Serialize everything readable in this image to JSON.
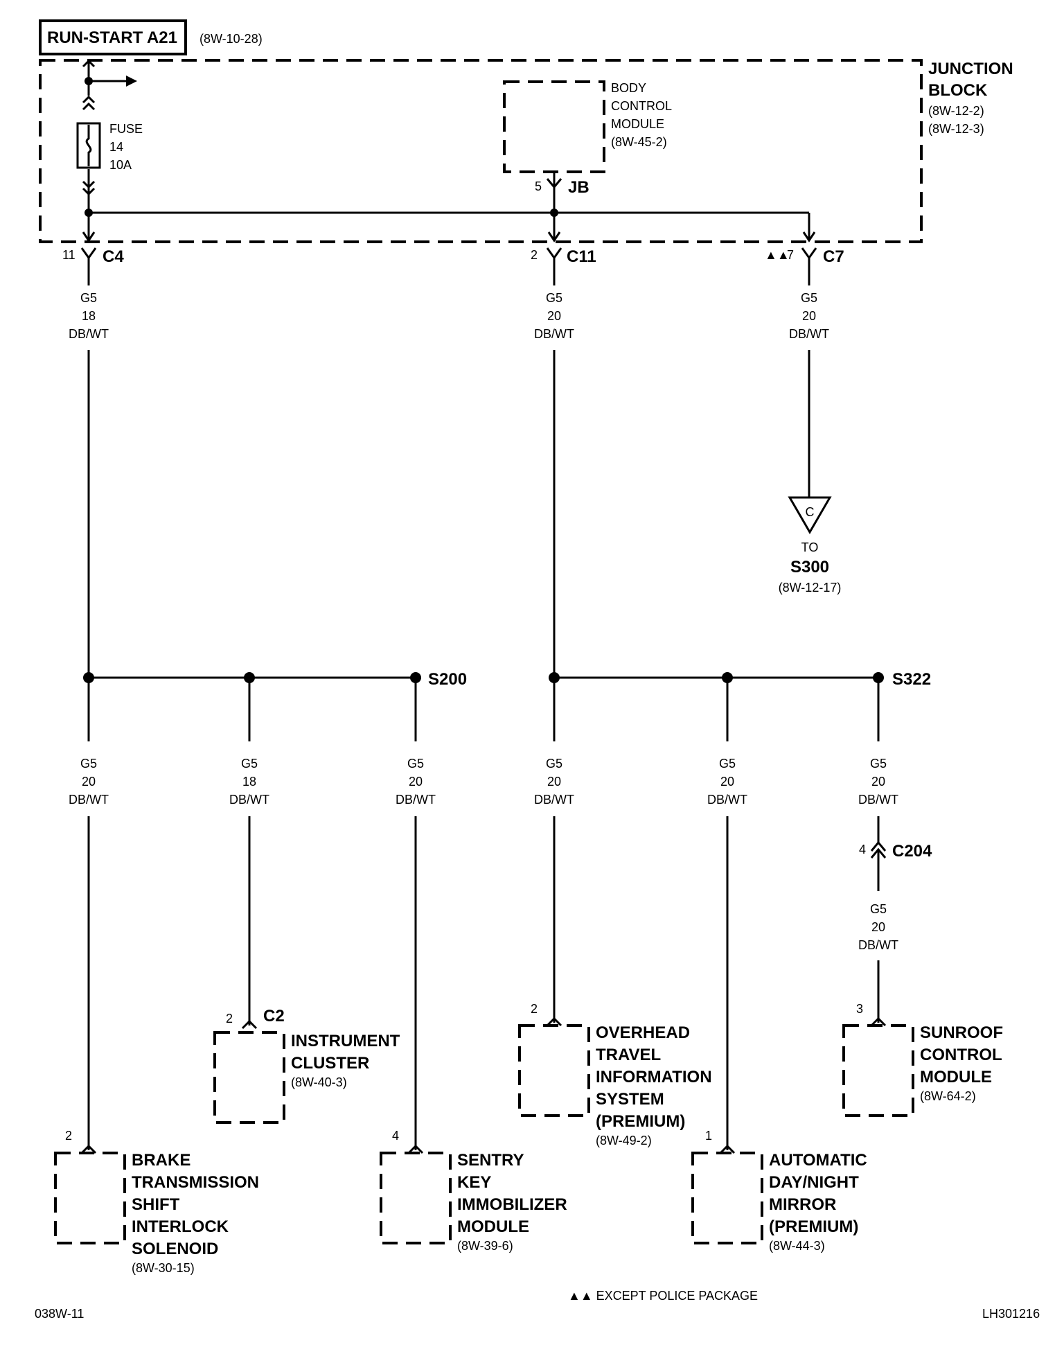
{
  "header": {
    "circuit_title": "RUN-START A21",
    "circuit_ref": "(8W-10-28)"
  },
  "junction_block": {
    "name_line1": "JUNCTION",
    "name_line2": "BLOCK",
    "ref1": "(8W-12-2)",
    "ref2": "(8W-12-3)",
    "fuse_label": "FUSE",
    "fuse_number": "14",
    "fuse_rating": "10A"
  },
  "bcm": {
    "line1": "BODY",
    "line2": "CONTROL",
    "line3": "MODULE",
    "ref": "(8W-45-2)",
    "pin": "5",
    "connector": "JB"
  },
  "connectors": {
    "c4": {
      "pin": "11",
      "name": "C4"
    },
    "c11": {
      "pin": "2",
      "name": "C11"
    },
    "c7": {
      "pin": "7",
      "name": "C7",
      "marker": "▲▲"
    }
  },
  "wires": {
    "c4_out": {
      "circuit": "G5",
      "gauge": "18",
      "color": "DB/WT"
    },
    "c11_out": {
      "circuit": "G5",
      "gauge": "20",
      "color": "DB/WT"
    },
    "c7_out": {
      "circuit": "G5",
      "gauge": "20",
      "color": "DB/WT"
    },
    "btsi": {
      "circuit": "G5",
      "gauge": "20",
      "color": "DB/WT"
    },
    "cluster": {
      "circuit": "G5",
      "gauge": "18",
      "color": "DB/WT"
    },
    "skim": {
      "circuit": "G5",
      "gauge": "20",
      "color": "DB/WT"
    },
    "overhead": {
      "circuit": "G5",
      "gauge": "20",
      "color": "DB/WT"
    },
    "mirror": {
      "circuit": "G5",
      "gauge": "20",
      "color": "DB/WT"
    },
    "sunroof_upper": {
      "circuit": "G5",
      "gauge": "20",
      "color": "DB/WT"
    },
    "sunroof_lower": {
      "circuit": "G5",
      "gauge": "20",
      "color": "DB/WT"
    }
  },
  "offpage": {
    "letter": "C",
    "to": "TO",
    "dest": "S300",
    "ref": "(8W-12-17)"
  },
  "splices": {
    "s200": "S200",
    "s322": "S322"
  },
  "c204": {
    "pin": "4",
    "name": "C204"
  },
  "components": {
    "cluster": {
      "pin": "2",
      "connector": "C2",
      "line1": "INSTRUMENT",
      "line2": "CLUSTER",
      "ref": "(8W-40-3)"
    },
    "btsi": {
      "pin": "2",
      "line1": "BRAKE",
      "line2": "TRANSMISSION",
      "line3": "SHIFT",
      "line4": "INTERLOCK",
      "line5": "SOLENOID",
      "ref": "(8W-30-15)"
    },
    "skim": {
      "pin": "4",
      "line1": "SENTRY",
      "line2": "KEY",
      "line3": "IMMOBILIZER",
      "line4": "MODULE",
      "ref": "(8W-39-6)"
    },
    "overhead": {
      "pin": "2",
      "line1": "OVERHEAD",
      "line2": "TRAVEL",
      "line3": "INFORMATION",
      "line4": "SYSTEM",
      "line5": "(PREMIUM)",
      "ref": "(8W-49-2)"
    },
    "mirror": {
      "pin": "1",
      "line1": "AUTOMATIC",
      "line2": "DAY/NIGHT",
      "line3": "MIRROR",
      "line4": "(PREMIUM)",
      "ref": "(8W-44-3)"
    },
    "sunroof": {
      "pin": "3",
      "line1": "SUNROOF",
      "line2": "CONTROL",
      "line3": "MODULE",
      "ref": "(8W-64-2)"
    }
  },
  "footer": {
    "note": "▲▲ EXCEPT POLICE PACKAGE",
    "left_code": "038W-11",
    "right_code": "LH301216"
  }
}
